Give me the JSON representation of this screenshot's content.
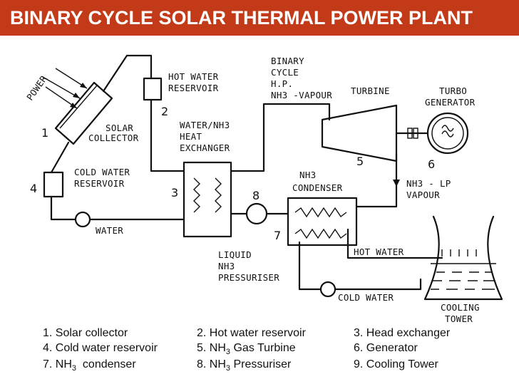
{
  "title": "BINARY CYCLE SOLAR THERMAL POWER PLANT",
  "labels": {
    "power": "POWER",
    "solar_collector_1": "SOLAR",
    "solar_collector_2": "COLLECTOR",
    "hot_water_1": "HOT WATER",
    "hot_water_2": "RESERVOIR",
    "binary_1": "BINARY",
    "binary_2": "CYCLE",
    "binary_3": "H.P.",
    "binary_4": "NH3 -VAPOUR",
    "turbine": "TURBINE",
    "turbo_1": "TURBO",
    "turbo_2": "GENERATOR",
    "heatex_1": "WATER/NH3",
    "heatex_2": "HEAT",
    "heatex_3": "EXCHANGER",
    "cold_water_1": "COLD WATER",
    "cold_water_2": "RESERVOIR",
    "nh3": "NH3",
    "condenser": "CONDENSER",
    "lp_1": "NH3 - LP",
    "lp_2": "VAPOUR",
    "water": "WATER",
    "liquid_1": "LIQUID",
    "liquid_2": "NH3",
    "liquid_3": "PRESSURISER",
    "hot_water_line": "HOT WATER",
    "cold_water_line": "COLD WATER",
    "cooling_1": "COOLING",
    "cooling_2": "TOWER"
  },
  "numbers": {
    "n1": "1",
    "n2": "2",
    "n3": "3",
    "n4": "4",
    "n5": "5",
    "n6": "6",
    "n7": "7",
    "n8": "8"
  },
  "legend": [
    {
      "pre": "1. Solar collector",
      "sub": "",
      "post": ""
    },
    {
      "pre": "2. Hot water reservoir",
      "sub": "",
      "post": ""
    },
    {
      "pre": "3. Head exchanger",
      "sub": "",
      "post": ""
    },
    {
      "pre": "4. Cold water reservoir",
      "sub": "",
      "post": ""
    },
    {
      "pre": "5. NH",
      "sub": "3",
      "post": " Gas Turbine"
    },
    {
      "pre": "6. Generator",
      "sub": "",
      "post": ""
    },
    {
      "pre": "7. NH",
      "sub": "3",
      "post": "  condenser"
    },
    {
      "pre": "8. NH",
      "sub": "3",
      "post": " Pressuriser"
    },
    {
      "pre": "9. Cooling Tower",
      "sub": "",
      "post": ""
    }
  ]
}
